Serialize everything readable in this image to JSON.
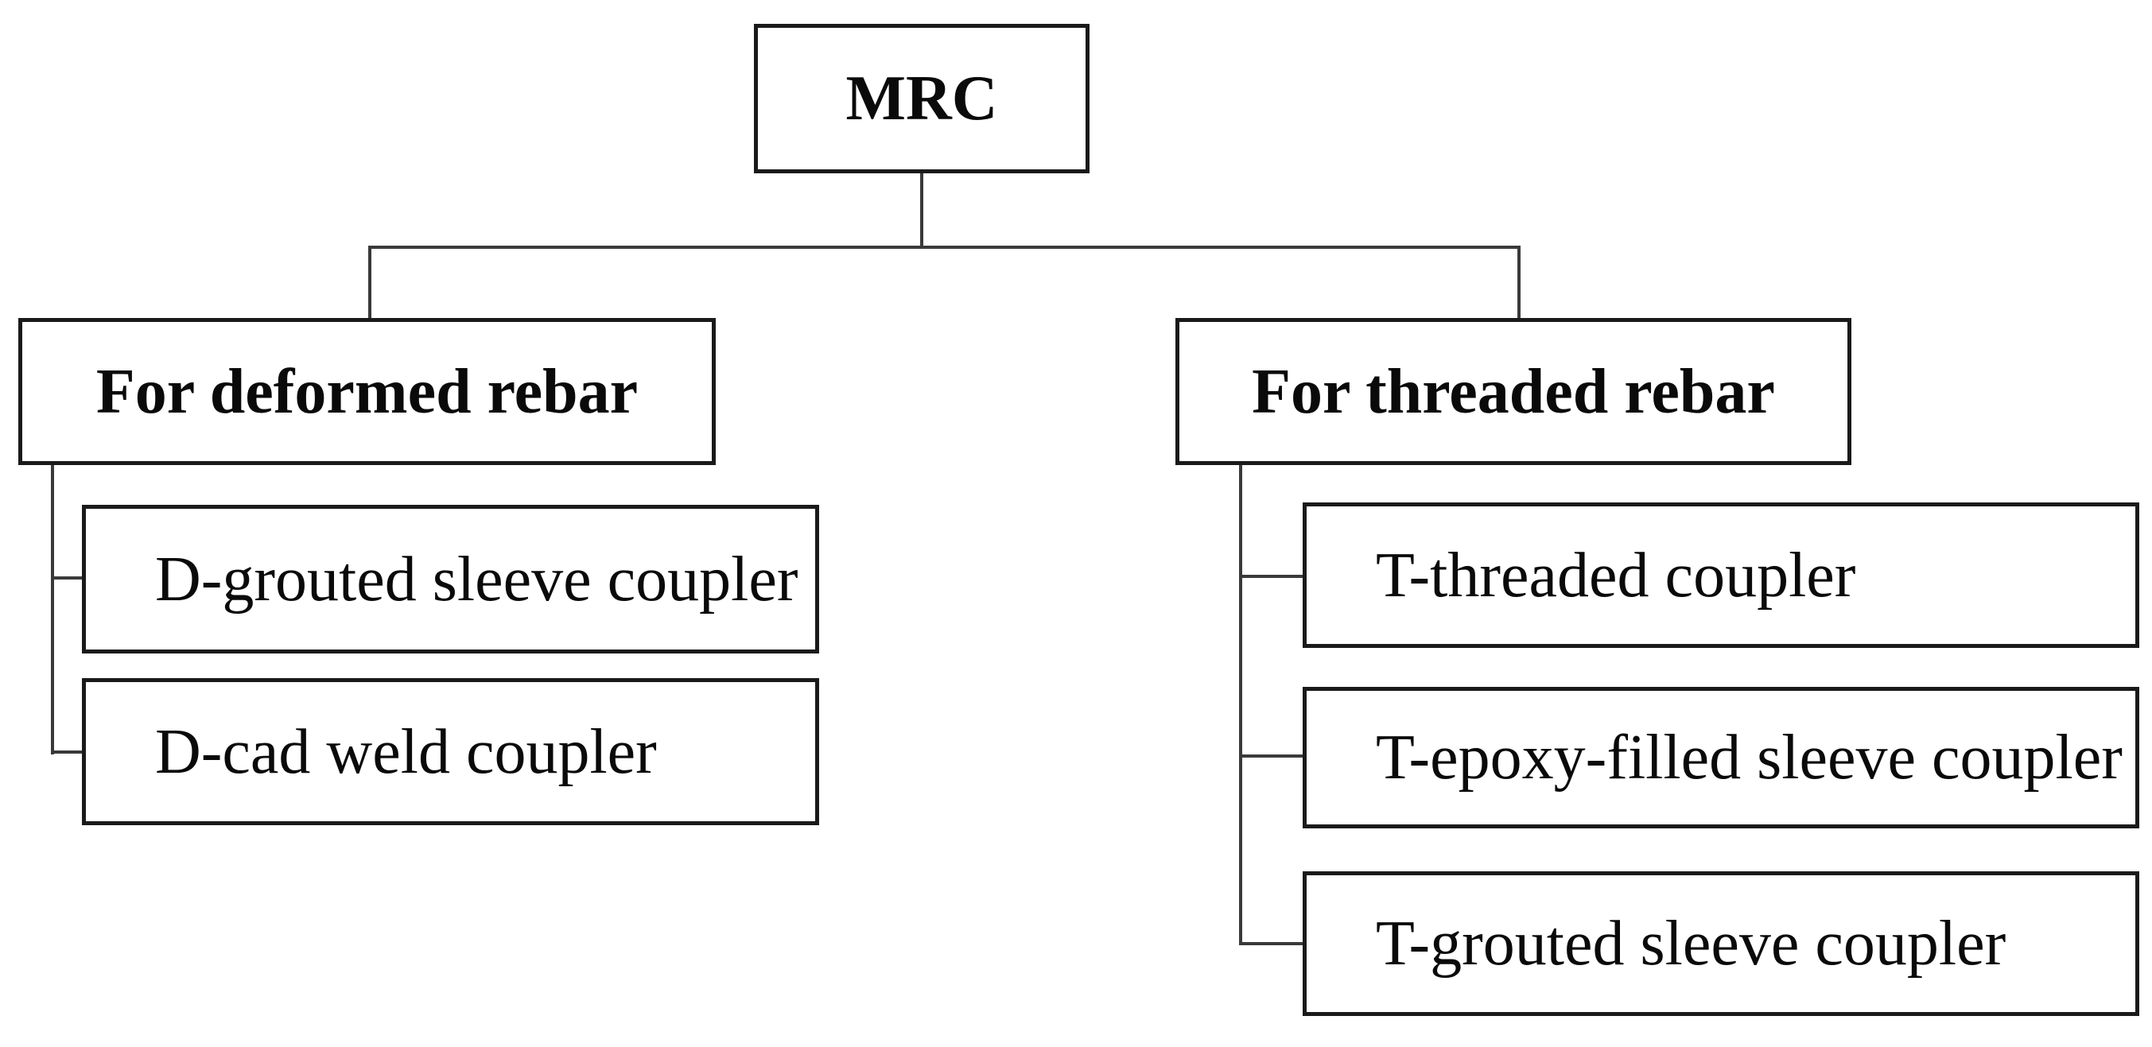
{
  "figure": {
    "colors": {
      "background": "#ffffff",
      "box_border": "#1a1a1a",
      "connector_line": "#3a3a3a",
      "text": "#0a0a0a"
    },
    "root": {
      "label": "MRC"
    },
    "branches": [
      {
        "label": "For deformed rebar",
        "children": [
          {
            "label": "D-grouted sleeve coupler"
          },
          {
            "label": "D-cad weld coupler"
          }
        ]
      },
      {
        "label": "For threaded rebar",
        "children": [
          {
            "label": "T-threaded coupler"
          },
          {
            "label": "T-epoxy-filled sleeve coupler"
          },
          {
            "label": "T-grouted sleeve coupler"
          }
        ]
      }
    ]
  }
}
